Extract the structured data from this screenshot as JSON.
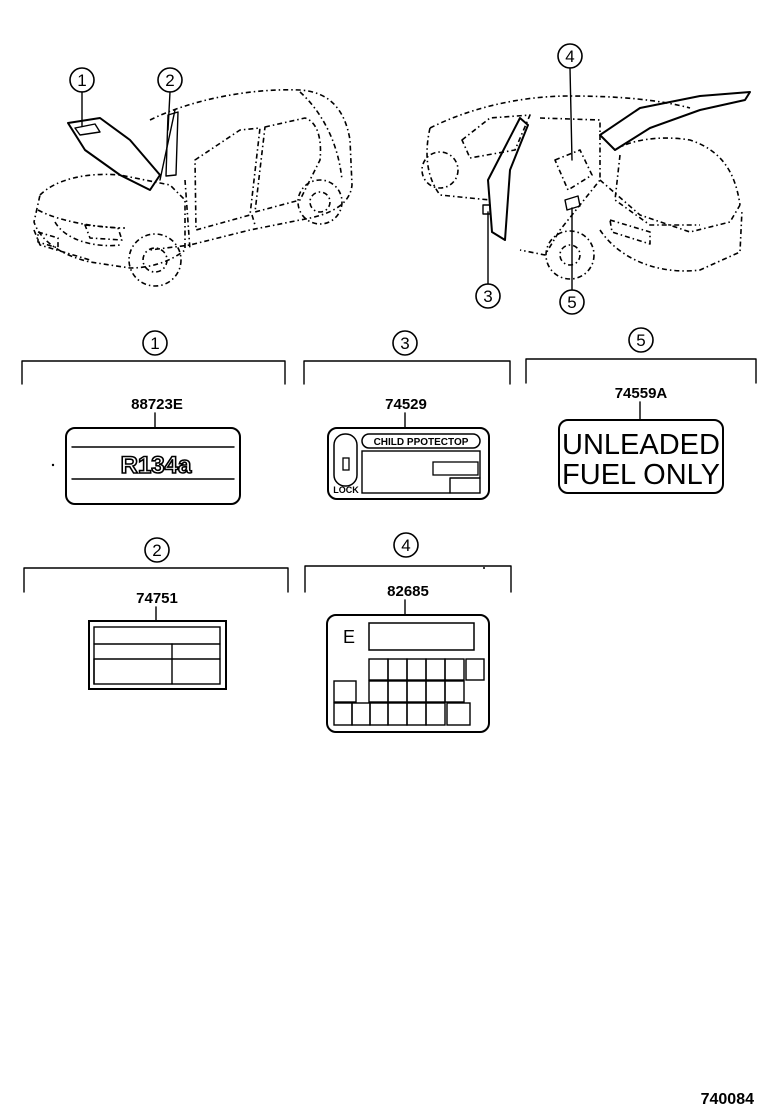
{
  "callouts": {
    "c1": "1",
    "c2": "2",
    "c3": "3",
    "c4": "4",
    "c5": "5"
  },
  "parts": {
    "p1": {
      "callout": "1",
      "number": "88723E",
      "label_text": "R134a"
    },
    "p2": {
      "callout": "2",
      "number": "74751"
    },
    "p3": {
      "callout": "3",
      "number": "74529",
      "label_text": "CHILD PPOTECTOP",
      "lock_text": "LOCK"
    },
    "p4": {
      "callout": "4",
      "number": "82685",
      "label_text": "E"
    },
    "p5": {
      "callout": "5",
      "number": "74559A",
      "line1": "UNLEADED",
      "line2": "FUEL ONLY"
    }
  },
  "diagram_id": "740084"
}
